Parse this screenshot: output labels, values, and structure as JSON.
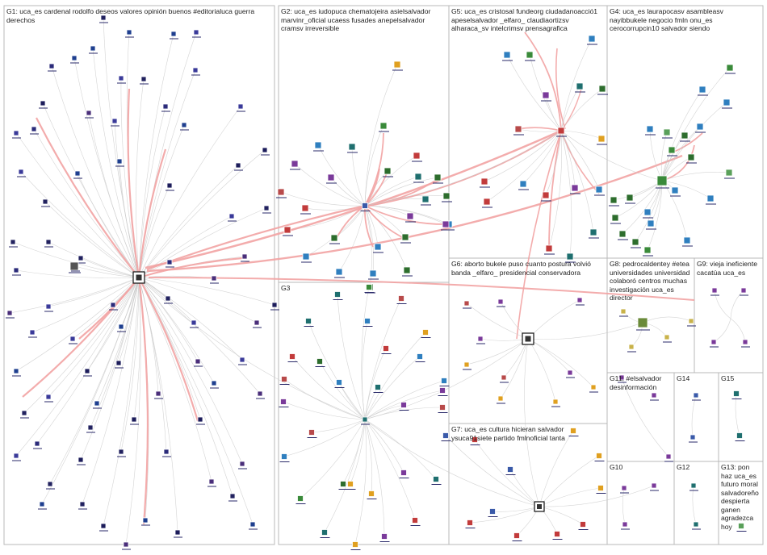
{
  "groups": [
    {
      "id": "G1",
      "label": "G1: uca_es cardenal rodolfo deseos valores opinión buenos #editorialuca guerra derechos"
    },
    {
      "id": "G2",
      "label": "G2: uca_es iudopuca chematojeira asielsalvador marvinr_oficial ucaess fusades anepelsalvador cramsv irreversible"
    },
    {
      "id": "G3",
      "label": "G3"
    },
    {
      "id": "G4",
      "label": "G4: uca_es laurapocasv asambleasv nayibbukele negocio fmln onu_es cerocorrupcin10 salvador siendo"
    },
    {
      "id": "G5",
      "label": "G5: uca_es cristosal fundeorg ciudadanoacció1 apeselsalvador _elfaro_ claudiaortizsv alharaca_sv intelcrimsv prensagrafica"
    },
    {
      "id": "G6",
      "label": "G6: aborto bukele puso cuanto postura volvió banda _elfaro_ presidencial conservadora"
    },
    {
      "id": "G7",
      "label": "G7: uca_es cultura hicieran salvador ysuca91siete partido fmlnoficial tanta"
    },
    {
      "id": "G8",
      "label": "G8: pedrocaldentey #etea universidades universidad colaboró centros muchas investigación uca_es director"
    },
    {
      "id": "G9",
      "label": "G9: vieja ineficiente cacatúa uca_es"
    },
    {
      "id": "G10",
      "label": "G10"
    },
    {
      "id": "G11",
      "label": "G11: #elsalvador desinformación"
    },
    {
      "id": "G12",
      "label": "G12"
    },
    {
      "id": "G13",
      "label": "G13: pon haz uca_es futuro moral salvadoreño despierta ganen agradezca hoy"
    },
    {
      "id": "G14",
      "label": "G14"
    },
    {
      "id": "G15",
      "label": "G15"
    }
  ],
  "colors": {
    "edge": "#c9c9c9",
    "strong_edge": "#f2a3a3",
    "group_border": "#b9b9b9",
    "node_dark": "#1c1c5a"
  }
}
